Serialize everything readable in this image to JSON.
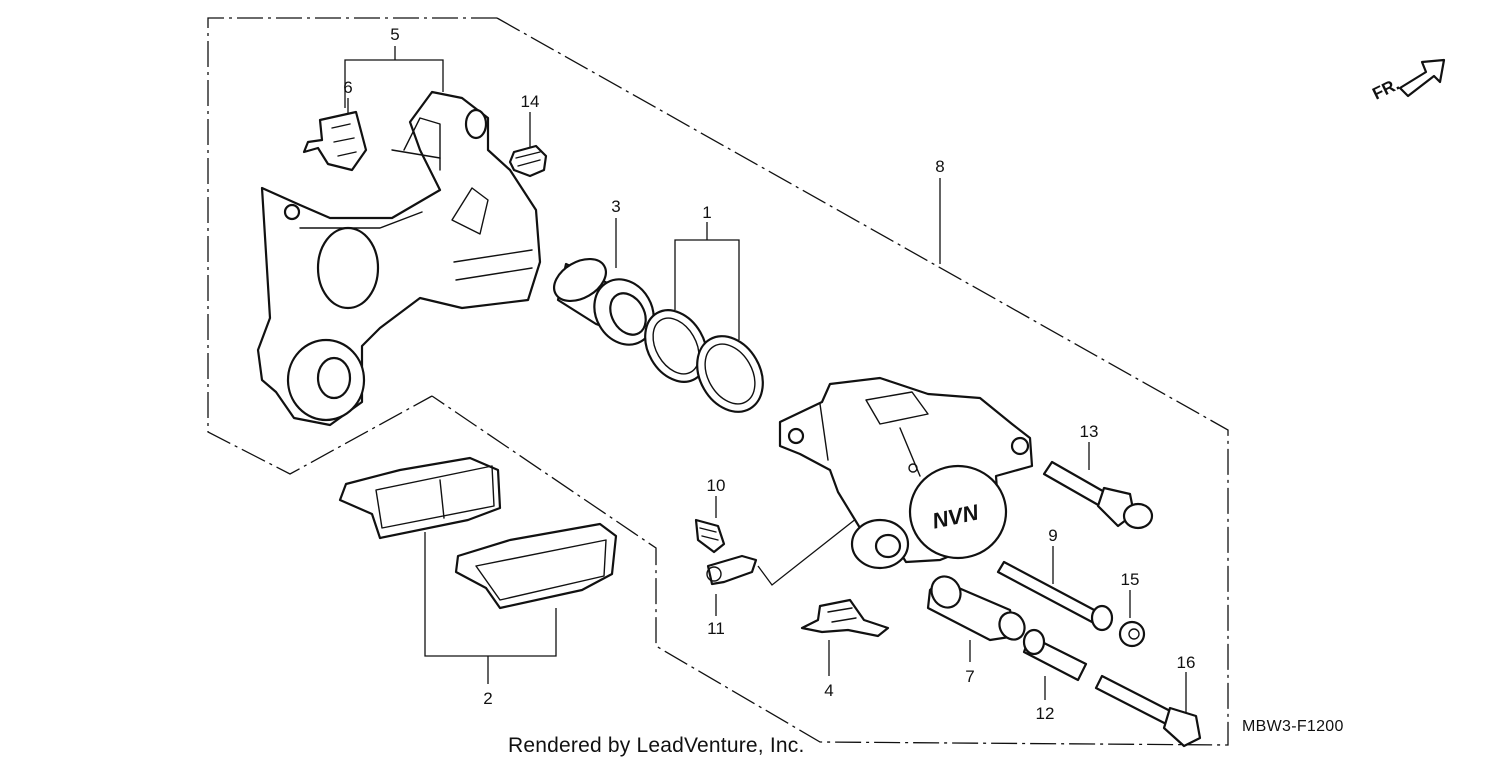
{
  "callouts": [
    "5",
    "6",
    "14",
    "3",
    "1",
    "8",
    "13",
    "10",
    "9",
    "15",
    "11",
    "7",
    "4",
    "16",
    "2",
    "12"
  ],
  "direction_label": "FR.",
  "caliper_logo": "NVN",
  "diagram_code": "MBW3-F1200",
  "credit": "Rendered by LeadVenture, Inc."
}
